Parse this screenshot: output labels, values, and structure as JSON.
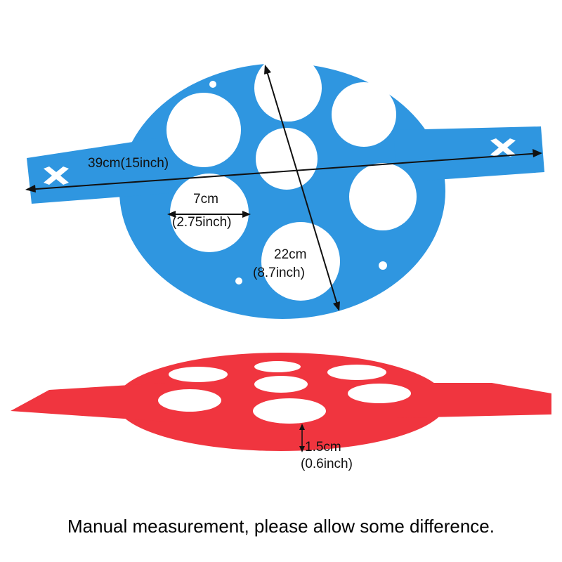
{
  "colors": {
    "blue_mold": "#2f96e0",
    "red_mold": "#f0353f"
  },
  "measurements": {
    "length": "39cm(15inch)",
    "hole_cm": "7cm",
    "hole_inch": "(2.75inch)",
    "diameter_cm": "22cm",
    "diameter_inch": "(8.7inch)",
    "height_cm": "1.5cm",
    "height_inch": "(0.6inch)"
  },
  "caption": "Manual measurement, please allow some difference."
}
